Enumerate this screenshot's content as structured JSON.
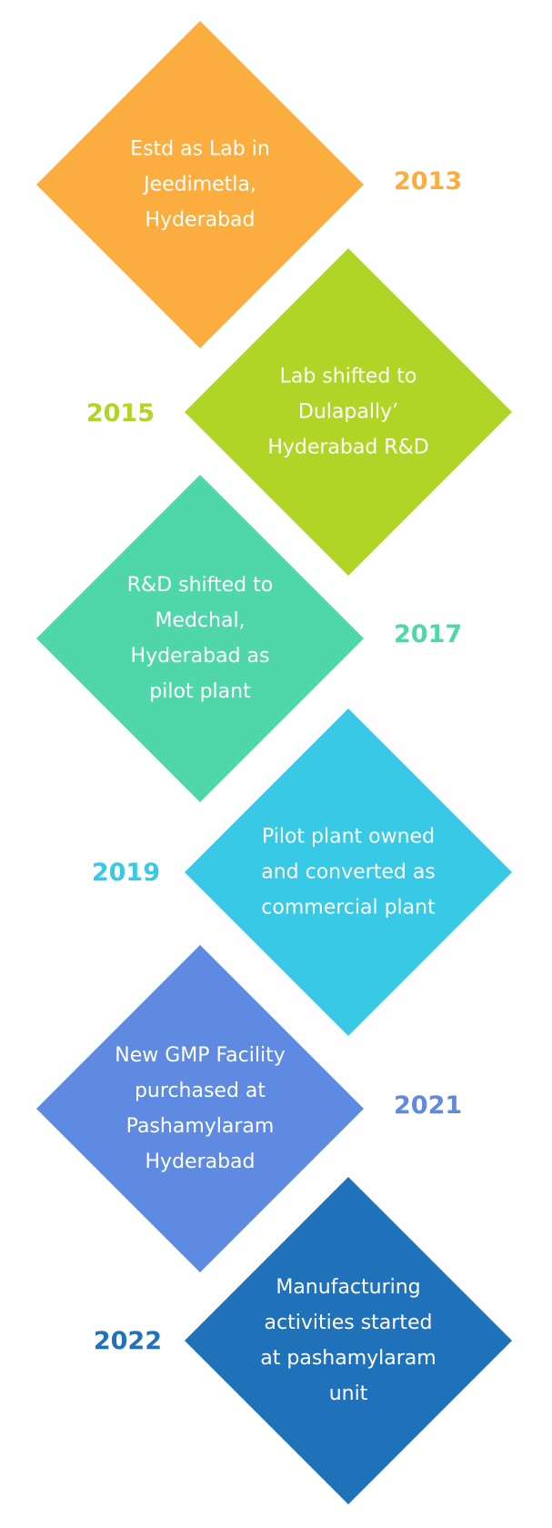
{
  "milestones": [
    {
      "year": "2013",
      "text": "Estd as Lab in Jeedimetla, Hyderabad",
      "color": "#fbae3f"
    },
    {
      "year": "2015",
      "text": "Lab shifted to Dulapally’ Hyderabad R&D",
      "color": "#b1d526"
    },
    {
      "year": "2017",
      "text": "R&D shifted to Medchal, Hyderabad as pilot plant",
      "color": "#4fd7a9"
    },
    {
      "year": "2019",
      "text": "Pilot plant owned and converted as commercial plant",
      "color": "#37c9e5"
    },
    {
      "year": "2021",
      "text": "New GMP Facility purchased at Pashamylaram Hyderabad",
      "color": "#5e8be1"
    },
    {
      "year": "2022",
      "text": "Manufacturing activities started at pashamylaram unit",
      "color": "#1f72ba"
    }
  ]
}
